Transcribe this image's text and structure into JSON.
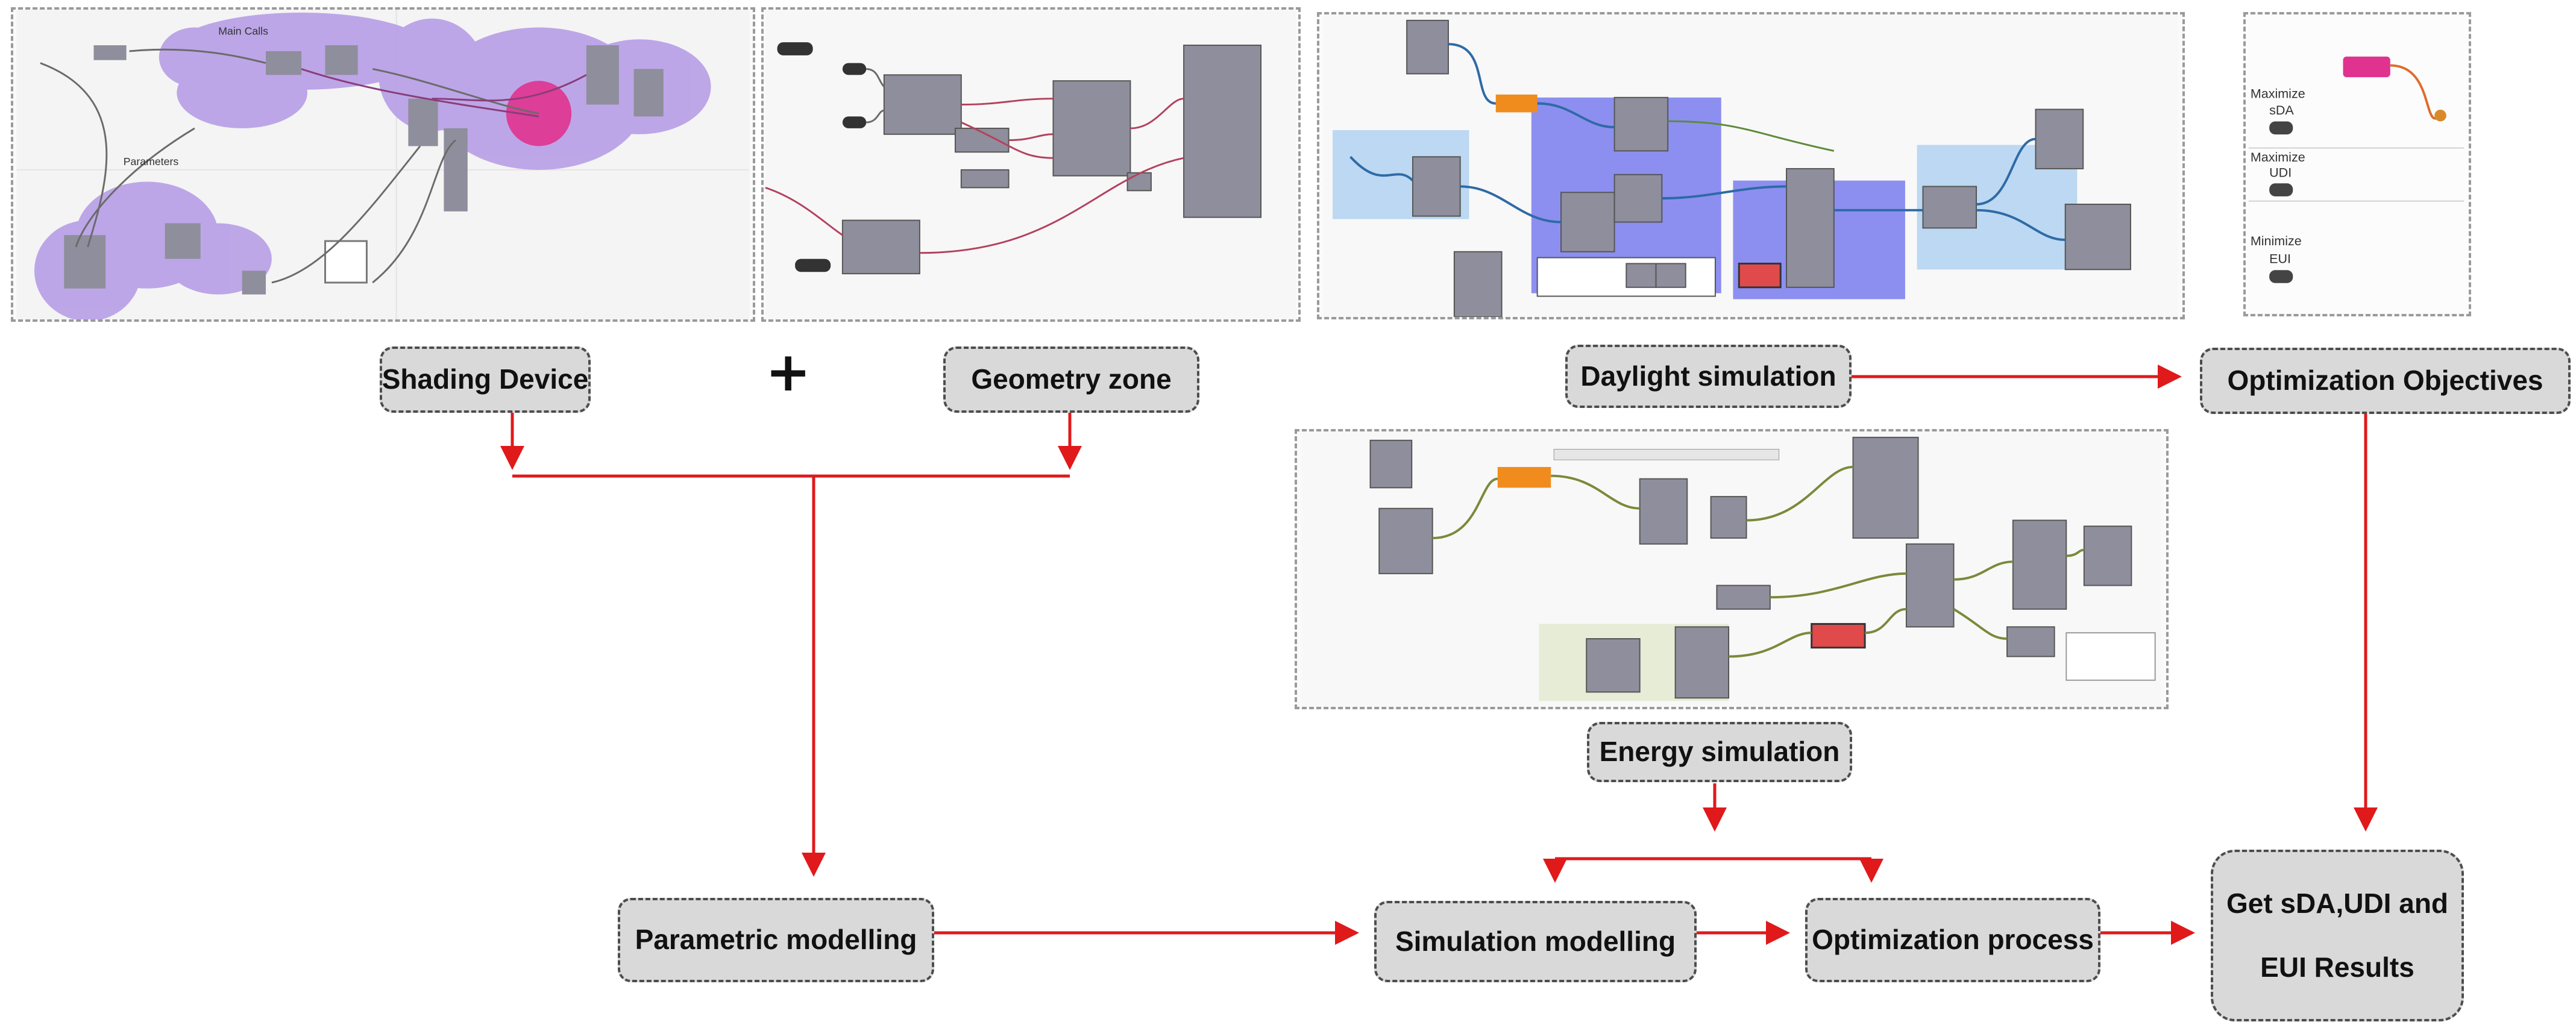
{
  "panels": {
    "shading_device_panel": {},
    "geometry_zone_panel": {},
    "daylight_panel": {},
    "objectives_panel": {
      "maximize_1": "Maximize",
      "sda": "sDA",
      "maximize_2": "Maximize",
      "udi": "UDI",
      "minimize": "Minimize",
      "eui": "EUI"
    },
    "energy_panel": {}
  },
  "boxes": {
    "shading_device": "Shading Device",
    "geometry_zone": "Geometry zone",
    "daylight_simulation": "Daylight simulation",
    "optimization_objectives": "Optimization  Objectives",
    "energy_simulation": "Energy simulation",
    "parametric_modelling": "Parametric  modelling",
    "simulation_modelling": "Simulation modelling",
    "optimization_process": "Optimization process",
    "results_line1": "Get sDA,UDI and",
    "results_line2": "EUI Results"
  },
  "plus_sign": "+",
  "colors": {
    "arrow": "#e0191b",
    "box_fill": "#d9d9d9",
    "box_border": "#4d4d4d",
    "cluster_purple": "#a98ee0",
    "node_gray": "#8f8e9c",
    "highlight_pink": "#e0338f",
    "blue_group": "#8c8ff0",
    "light_blue_group": "#bcd8f2",
    "orange_component": "#f08c1e",
    "red_component": "#e04a4a",
    "wire_dark": "#6b6b6b",
    "wire_red": "#b3425e",
    "wire_blue": "#2e6aa6"
  }
}
